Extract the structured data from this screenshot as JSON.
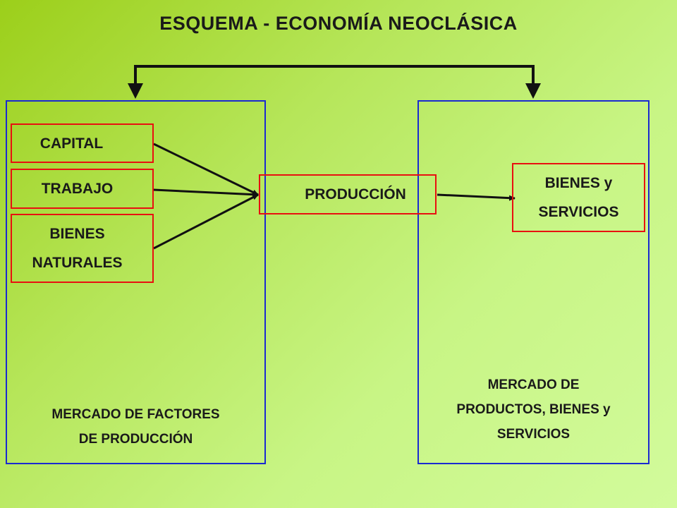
{
  "title": "ESQUEMA - ECONOMÍA NEOCLÁSICA",
  "left_market": {
    "label_line1": "MERCADO DE FACTORES",
    "label_line2": "DE PRODUCCIÓN"
  },
  "right_market": {
    "label_line1": "MERCADO DE",
    "label_line2": "PRODUCTOS, BIENES y",
    "label_line3": "SERVICIOS"
  },
  "factors": {
    "capital": "CAPITAL",
    "trabajo": "TRABAJO",
    "bienes_naturales_line1": "BIENES",
    "bienes_naturales_line2": "NATURALES"
  },
  "produccion": "PRODUCCIÓN",
  "output": {
    "line1": "BIENES y",
    "line2": "SERVICIOS"
  },
  "colors": {
    "box_border": "#e81010",
    "market_border": "#1a2ad0",
    "arrow": "#111111"
  }
}
